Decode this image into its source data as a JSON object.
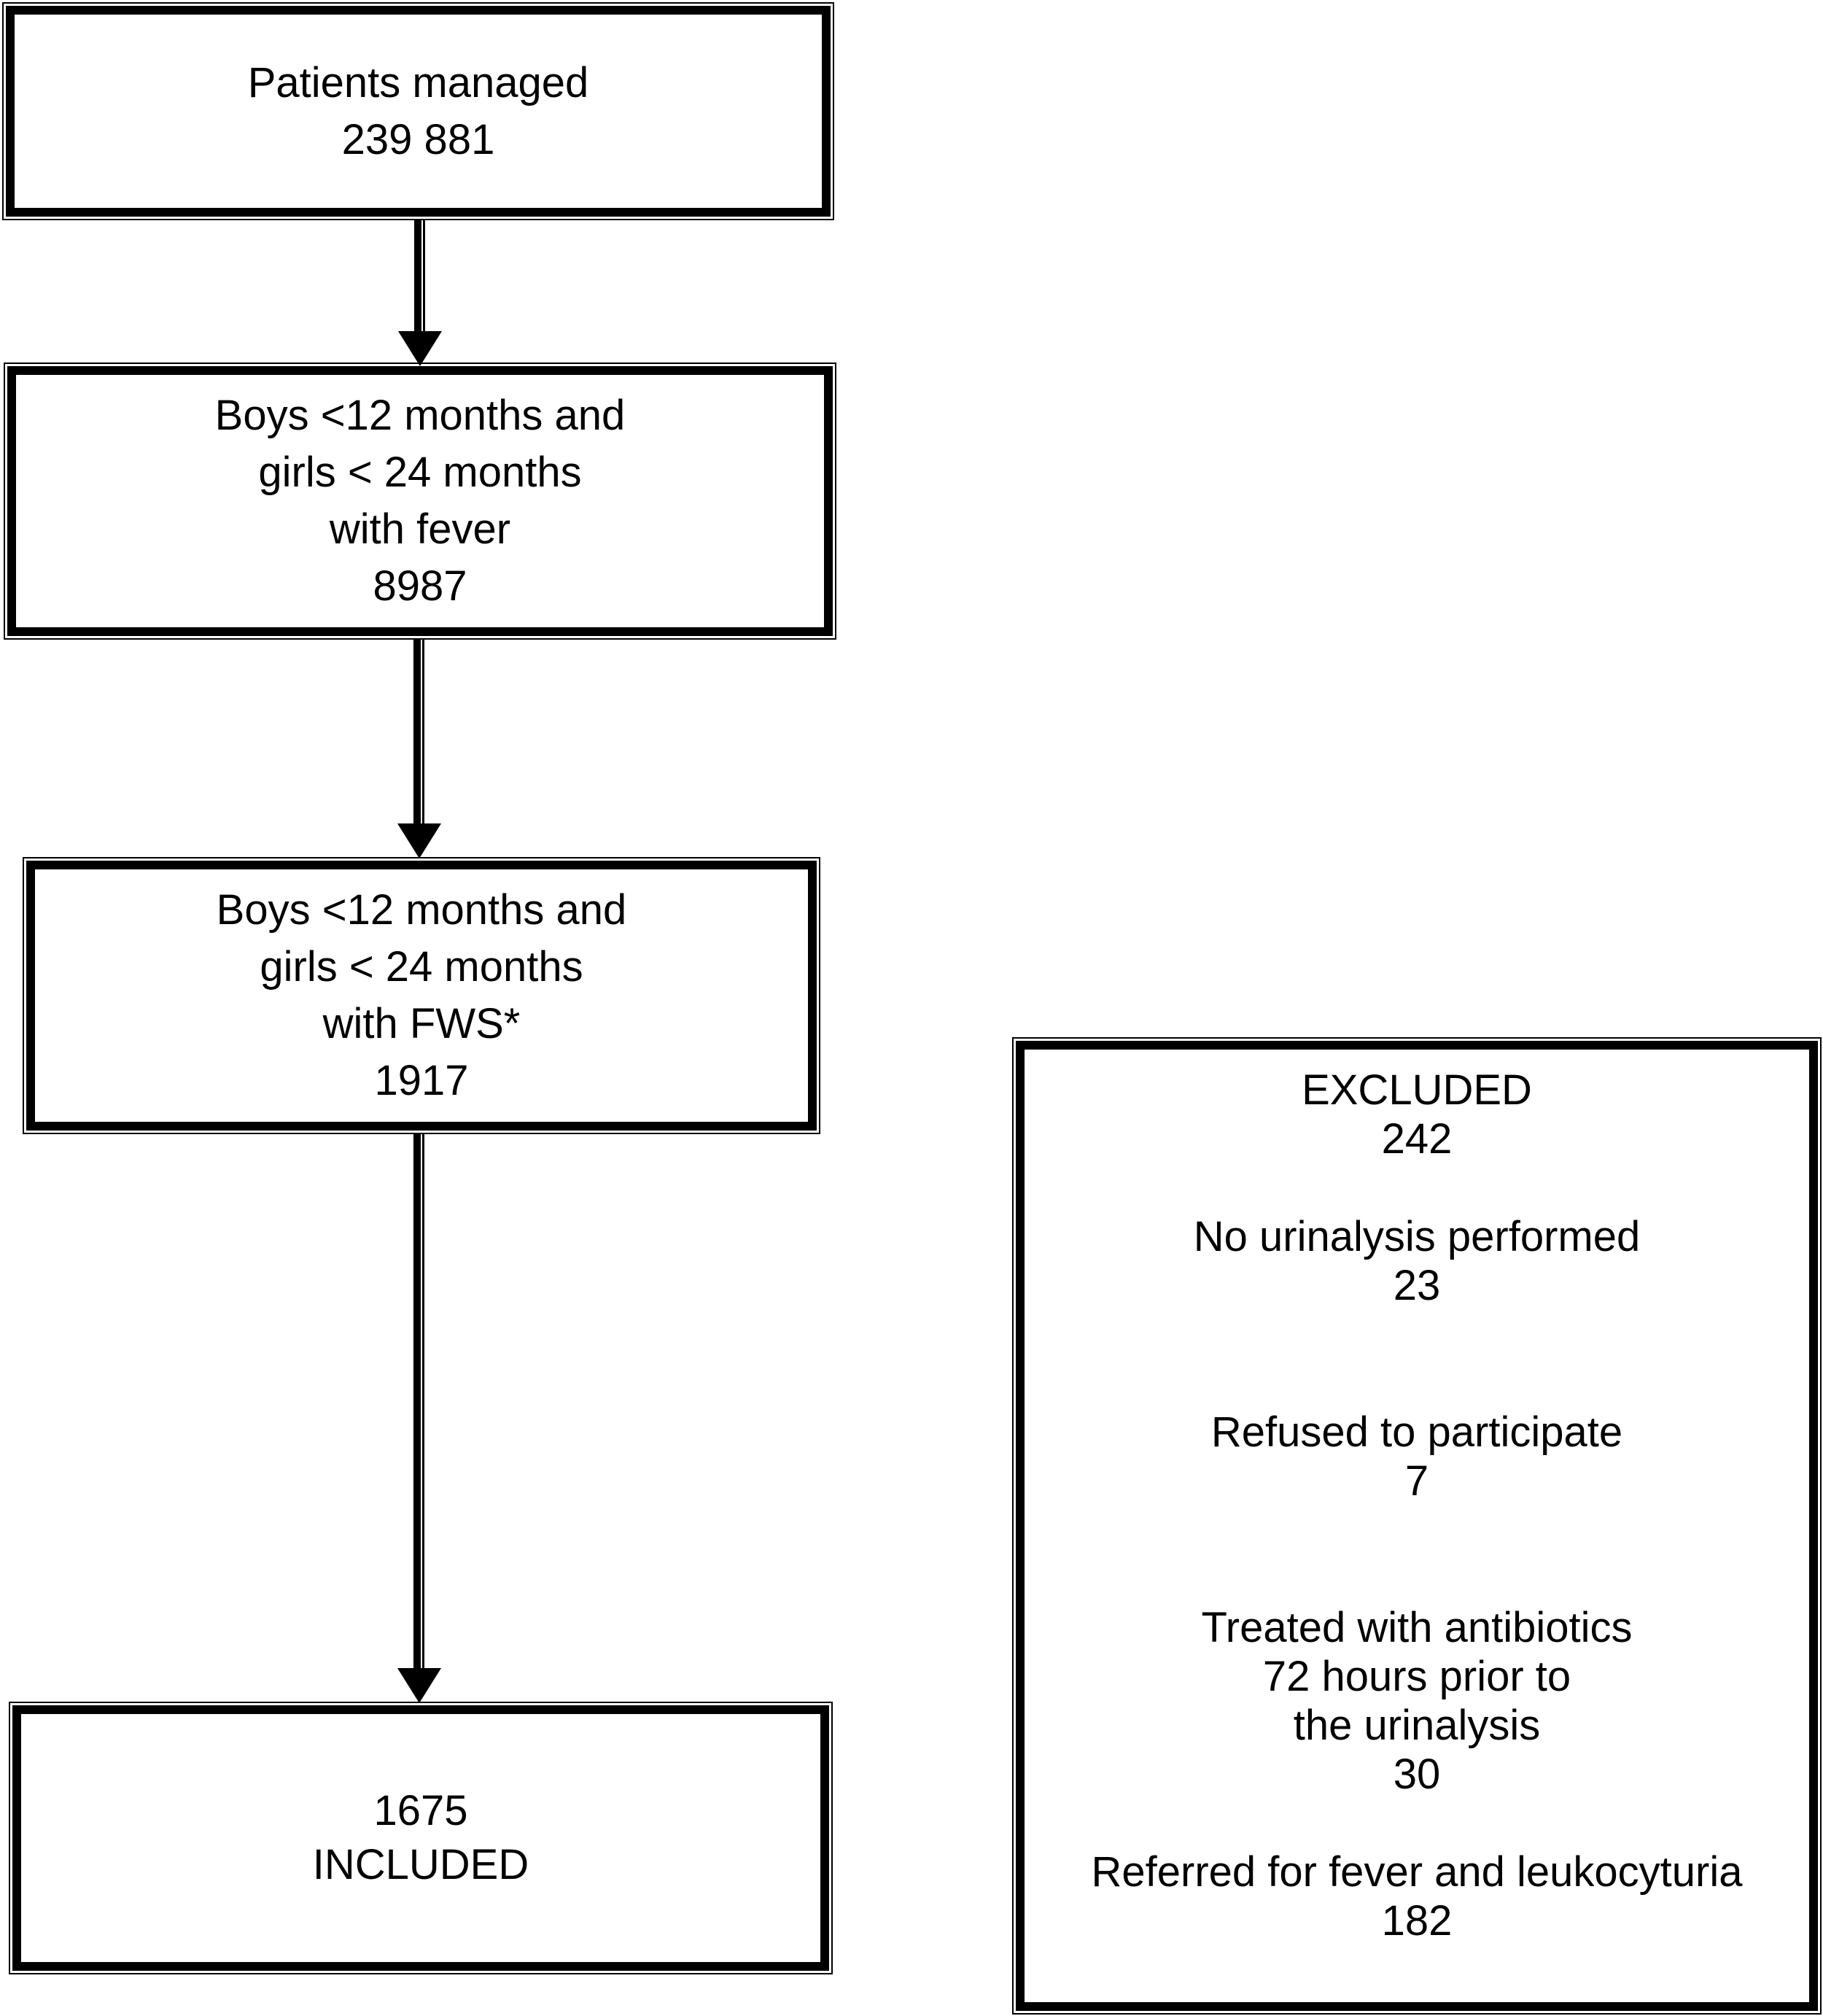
{
  "figure": {
    "type": "patient-inclusion-flow-diagram",
    "colors": {
      "border": "#000000",
      "background": "#ffffff",
      "text": "#000000"
    },
    "boxes": {
      "patients_managed": {
        "lines": [
          "Patients managed",
          "239 881"
        ]
      },
      "fever_cohort": {
        "lines": [
          "Boys <12 months and",
          "girls < 24 months",
          "with fever",
          "8987"
        ]
      },
      "fws_cohort": {
        "lines": [
          "Boys <12 months and",
          "girls < 24 months",
          "with FWS*",
          "1917"
        ]
      },
      "included": {
        "lines": [
          "1675",
          "INCLUDED"
        ]
      },
      "excluded": {
        "lines": [
          "EXCLUDED",
          "242",
          "",
          "No urinalysis performed",
          "23",
          "",
          "",
          "Refused to participate",
          "7",
          "",
          "",
          "Treated with antibiotics",
          "72 hours prior to",
          "the urinalysis",
          "30",
          "",
          "Referred for fever and leukocyturia",
          "182"
        ]
      }
    }
  }
}
